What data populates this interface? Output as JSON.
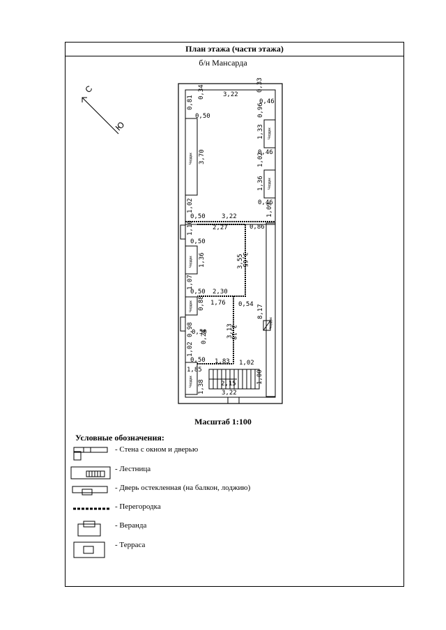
{
  "header": {
    "title": "План этажа (части этажа)",
    "subtitle": "б/н Мансарда"
  },
  "compass": {
    "north": "С",
    "south": "Ю"
  },
  "plan": {
    "dimensions": [
      "3,22",
      "0,81",
      "0,34",
      "0,33",
      "0,46",
      "0,96",
      "0,50",
      "3,70",
      "1,33",
      "0,46",
      "1,02",
      "1,36",
      "1,02",
      "0,46",
      "1,09",
      "0,50",
      "3,22",
      "1,10",
      "2,27",
      "0,86",
      "0,50",
      "1,36",
      "3,55",
      "3,65",
      "1,07",
      "0,50",
      "2,30",
      "0,88",
      "1,76",
      "0,54",
      "8,17",
      "0,98",
      "0,50",
      "0,24",
      "3,13",
      "3,18",
      "1,02",
      "0,50",
      "1,83",
      "1,02",
      "1,85",
      "1,38",
      "2,15",
      "1,00",
      "3,22"
    ],
    "room_label": "Чердак"
  },
  "scale": "Масштаб 1:100",
  "legend": {
    "title": "Условные обозначения:",
    "items": [
      "- Стена с окном и дверью",
      "- Лестница",
      "- Дверь остекленная (на балкон, лоджию)",
      "- Перегородка",
      "- Веранда",
      "- Терраса"
    ]
  }
}
